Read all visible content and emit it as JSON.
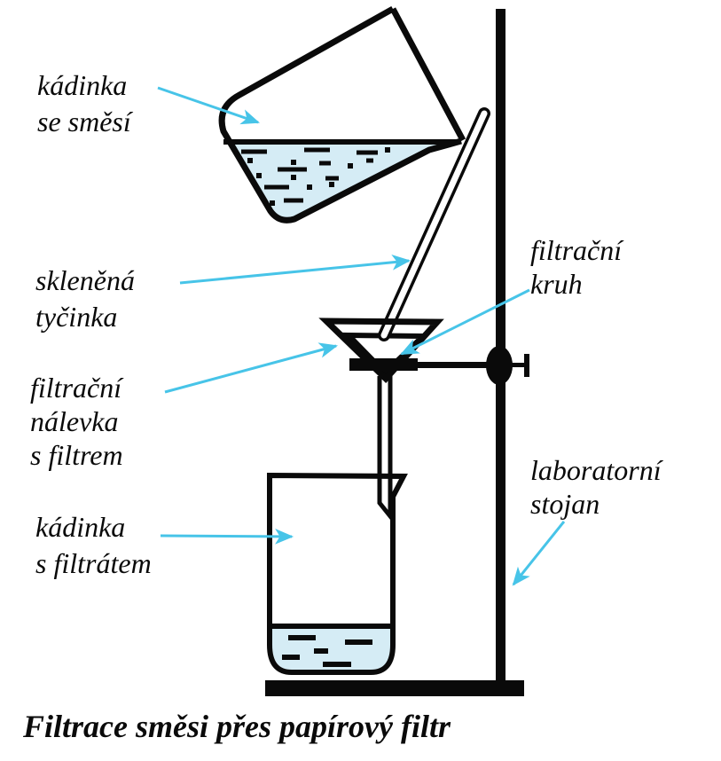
{
  "diagram": {
    "caption": "Filtrace směsi přes papírový filtr",
    "labels": {
      "beaker_mixture": {
        "lines": [
          "kádinka",
          "se směsí"
        ]
      },
      "glass_rod": {
        "lines": [
          "skleněná",
          "tyčinka"
        ]
      },
      "funnel_with_filter": {
        "lines": [
          "filtrační",
          "nálevka",
          "s filtrem"
        ]
      },
      "filter_ring": {
        "lines": [
          "filtrační",
          "kruh"
        ]
      },
      "lab_stand": {
        "lines": [
          "laboratorní",
          "stojan"
        ]
      },
      "beaker_filtrate": {
        "lines": [
          "kádinka",
          "s filtrátem"
        ]
      }
    }
  },
  "colors": {
    "arrow": "#47c4e8",
    "liquid": "#d5ecf5",
    "ink": "#0a0a0a",
    "background": "#ffffff"
  }
}
